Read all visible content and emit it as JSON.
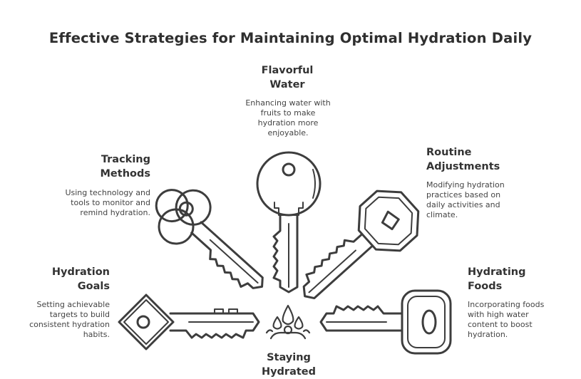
{
  "title": "Effective Strategies for Maintaining Optimal Hydration Daily",
  "center": {
    "label_line1": "Staying",
    "label_line2": "Hydrated"
  },
  "items": [
    {
      "title_line1": "Hydration",
      "title_line2": "Goals",
      "desc": [
        "Setting achievable",
        "targets to build",
        "consistent hydration",
        "habits."
      ]
    },
    {
      "title_line1": "Tracking",
      "title_line2": "Methods",
      "desc": [
        "Using technology and",
        "tools to monitor and",
        "remind hydration."
      ]
    },
    {
      "title_line1": "Flavorful",
      "title_line2": "Water",
      "desc": [
        "Enhancing water with",
        "fruits to make",
        "hydration more",
        "enjoyable."
      ]
    },
    {
      "title_line1": "Routine",
      "title_line2": "Adjustments",
      "desc": [
        "Modifying hydration",
        "practices based on",
        "daily activities and",
        "climate."
      ]
    },
    {
      "title_line1": "Hydrating",
      "title_line2": "Foods",
      "desc": [
        "Incorporating foods",
        "with high water",
        "content to boost",
        "hydration."
      ]
    }
  ],
  "icons": {
    "key": "key-icon",
    "center": "water-drops-person-icon"
  },
  "colors": {
    "stroke": "#3d3d3d",
    "text": "#333333"
  }
}
